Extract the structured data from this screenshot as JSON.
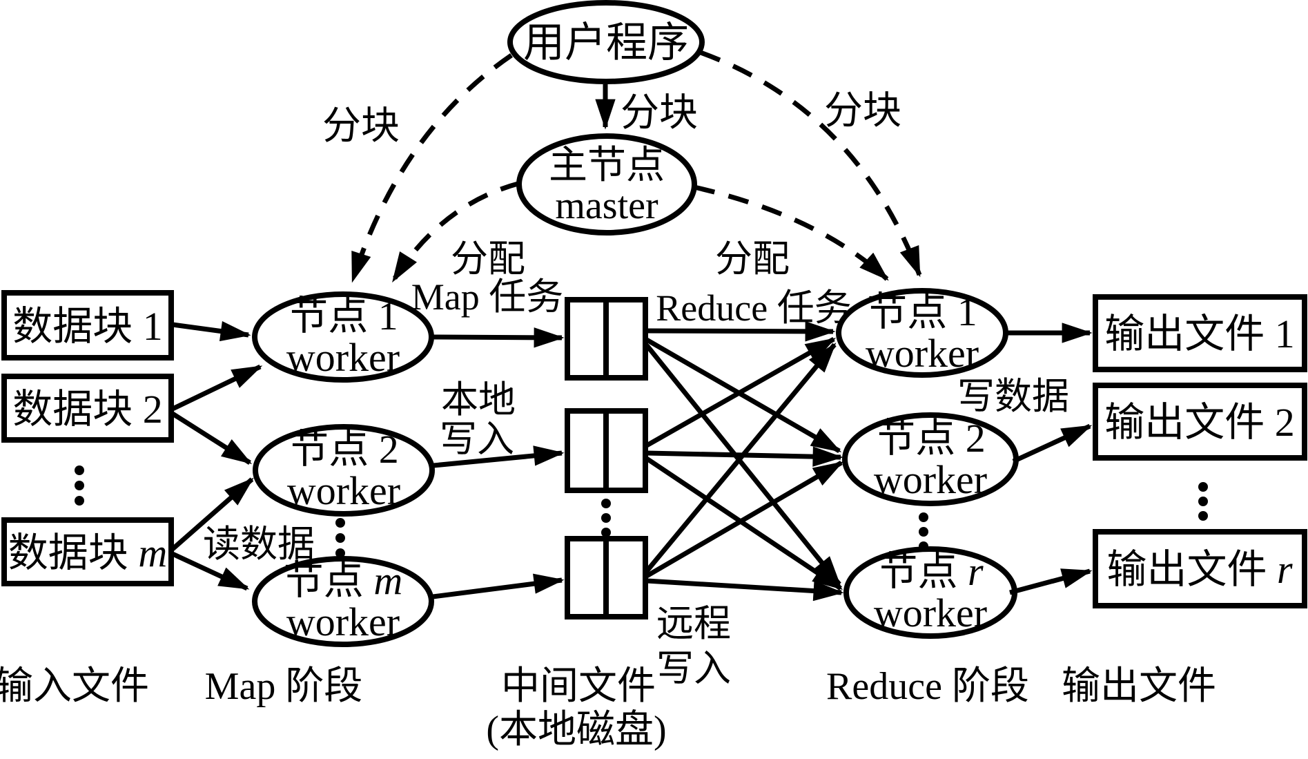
{
  "diagram": {
    "nodes": {
      "user_program": {
        "label": "用户程序"
      },
      "master": {
        "line1": "主节点",
        "line2": "master"
      }
    },
    "input_blocks": [
      {
        "prefix": "数据块 ",
        "id": "1"
      },
      {
        "prefix": "数据块 ",
        "id": "2"
      },
      {
        "prefix": "数据块 ",
        "id": "m"
      }
    ],
    "map_workers": [
      {
        "prefix": "节点 ",
        "id": "1",
        "role": "worker"
      },
      {
        "prefix": "节点 ",
        "id": "2",
        "role": "worker"
      },
      {
        "prefix": "节点 ",
        "id": "m",
        "role": "worker"
      }
    ],
    "reduce_workers": [
      {
        "prefix": "节点 ",
        "id": "1",
        "role": "worker"
      },
      {
        "prefix": "节点 ",
        "id": "2",
        "role": "worker"
      },
      {
        "prefix": "节点 ",
        "id": "r",
        "role": "worker"
      }
    ],
    "output_files": [
      {
        "prefix": "输出文件 ",
        "id": "1"
      },
      {
        "prefix": "输出文件 ",
        "id": "2"
      },
      {
        "prefix": "输出文件 ",
        "id": "r"
      }
    ],
    "edge_labels": {
      "fork_left": "分块",
      "fork_middle": "分块",
      "fork_right": "分块",
      "assign_map_line1": "分配",
      "assign_map_line2": "Map 任务",
      "assign_reduce_line1": "分配",
      "assign_reduce_line2": "Reduce 任务",
      "local_write_line1": "本地",
      "local_write_line2": "写入",
      "remote_write_line1": "远程",
      "remote_write_line2": "写入",
      "read_data": "读数据",
      "write_data": "写数据"
    },
    "stage_captions": {
      "input": "输入文件",
      "map": "Map 阶段",
      "intermediate_line1": "中间文件",
      "intermediate_line2": "(本地磁盘)",
      "reduce": "Reduce 阶段",
      "output": "输出文件"
    },
    "colors": {
      "ink": "#000000",
      "background": "#ffffff"
    }
  }
}
